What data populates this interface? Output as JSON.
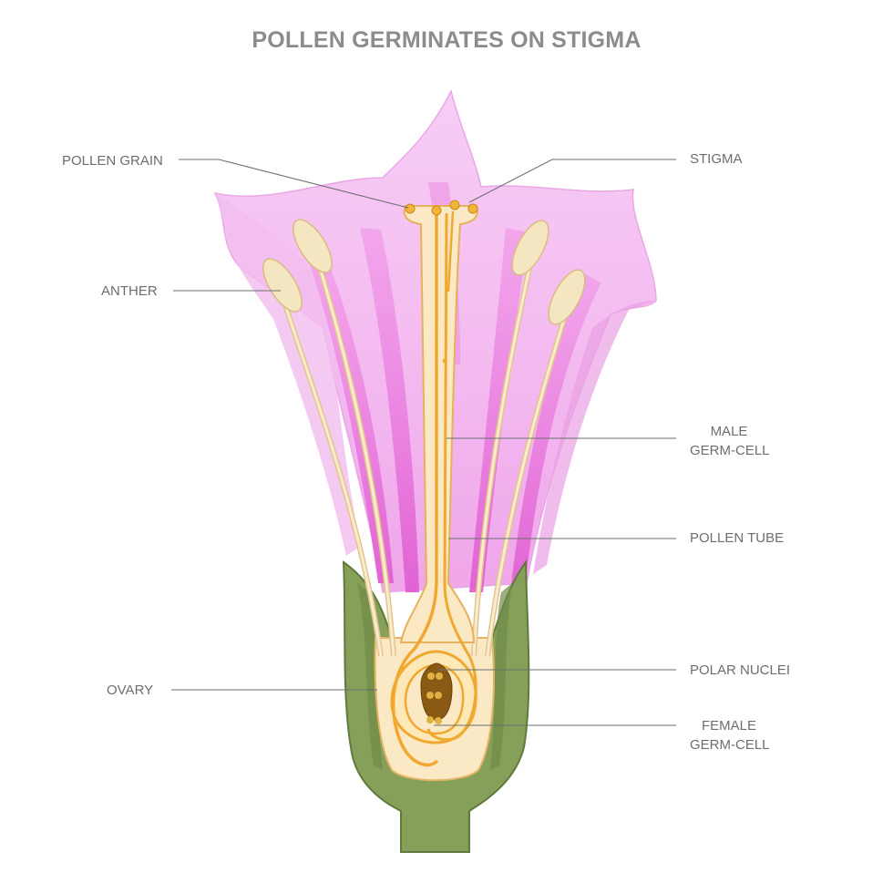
{
  "title": "POLLEN GERMINATES ON STIGMA",
  "labels": {
    "pollen_grain": "POLLEN GRAIN",
    "anther": "ANTHER",
    "ovary": "OVARY",
    "stigma": "STIGMA",
    "male_germ_cell_line1": "MALE",
    "male_germ_cell_line2": "GERM-CELL",
    "pollen_tube": "POLLEN TUBE",
    "polar_nuclei": "POLAR NUCLEI",
    "female_germ_cell_line1": "FEMALE",
    "female_germ_cell_line2": "GERM-CELL"
  },
  "colors": {
    "petal_light": "#f6c8f4",
    "petal_mid": "#ee9fe8",
    "petal_deep": "#e56bd9",
    "sepal": "#86a05a",
    "sepal_dark": "#5f7a3c",
    "style_fill": "#fbe9c6",
    "tube": "#f0a830",
    "anther": "#f5e6c2",
    "nucellus": "#8a5a14",
    "leader": "#6b6e70"
  }
}
